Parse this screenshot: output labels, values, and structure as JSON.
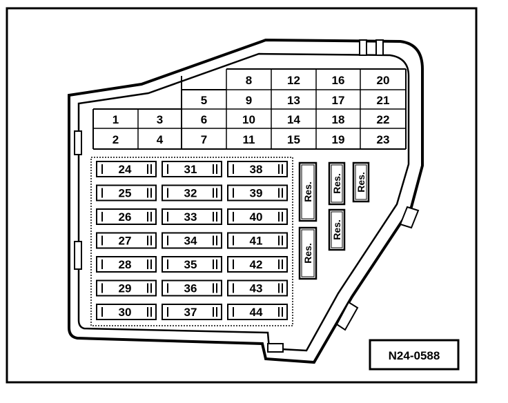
{
  "small_fuses": [
    {
      "label": "1"
    },
    {
      "label": "2"
    },
    {
      "label": "3"
    },
    {
      "label": "4"
    },
    {
      "label": "5"
    },
    {
      "label": "6"
    },
    {
      "label": "7"
    },
    {
      "label": "8"
    },
    {
      "label": "9"
    },
    {
      "label": "10"
    },
    {
      "label": "11"
    },
    {
      "label": "12"
    },
    {
      "label": "13"
    },
    {
      "label": "14"
    },
    {
      "label": "15"
    },
    {
      "label": "16"
    },
    {
      "label": "17"
    },
    {
      "label": "18"
    },
    {
      "label": "19"
    },
    {
      "label": "20"
    },
    {
      "label": "21"
    },
    {
      "label": "22"
    },
    {
      "label": "23"
    }
  ],
  "large_fuses": [
    {
      "label": "24"
    },
    {
      "label": "25"
    },
    {
      "label": "26"
    },
    {
      "label": "27"
    },
    {
      "label": "28"
    },
    {
      "label": "29"
    },
    {
      "label": "30"
    },
    {
      "label": "31"
    },
    {
      "label": "32"
    },
    {
      "label": "33"
    },
    {
      "label": "34"
    },
    {
      "label": "35"
    },
    {
      "label": "36"
    },
    {
      "label": "37"
    },
    {
      "label": "38"
    },
    {
      "label": "39"
    },
    {
      "label": "40"
    },
    {
      "label": "41"
    },
    {
      "label": "42"
    },
    {
      "label": "43"
    },
    {
      "label": "44"
    }
  ],
  "reserve_slots": [
    {
      "label": "Res."
    },
    {
      "label": "Res."
    },
    {
      "label": "Res."
    },
    {
      "label": "Res."
    },
    {
      "label": "Res."
    }
  ],
  "figure_code": "N24-0588"
}
